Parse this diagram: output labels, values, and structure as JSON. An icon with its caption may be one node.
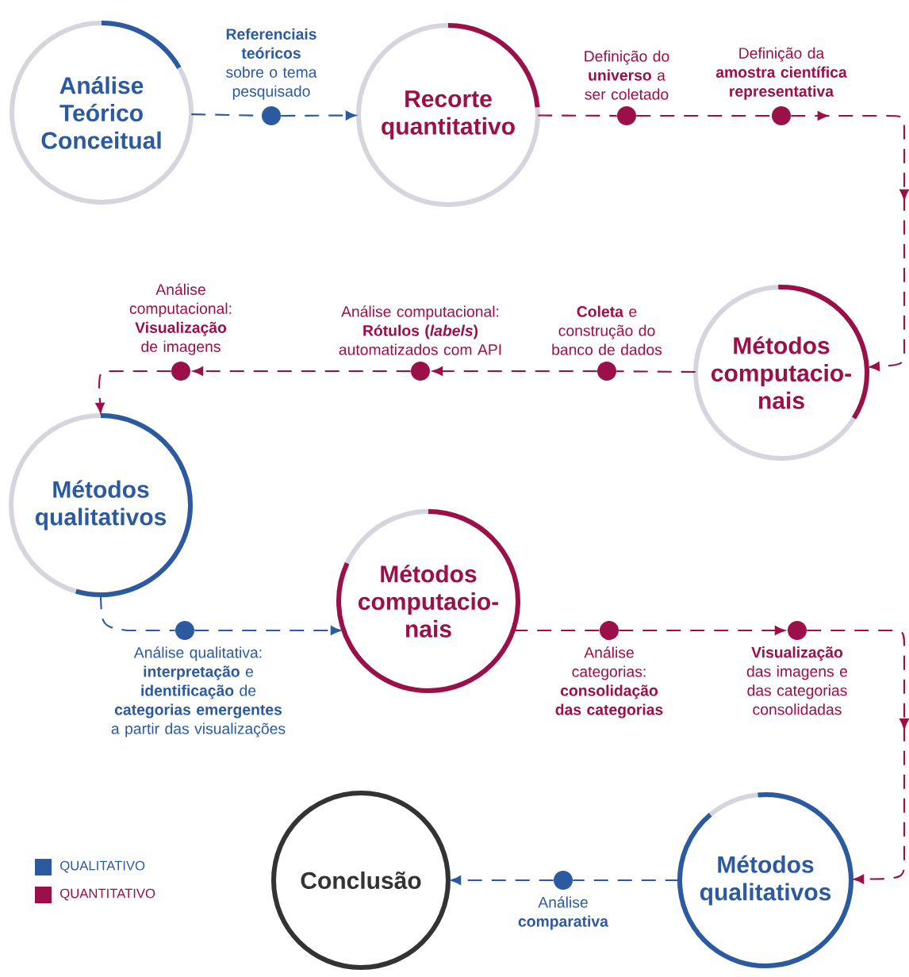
{
  "diagram": {
    "nodes": [
      {
        "text": [
          "Análise Teórico Conceitual"
        ]
      },
      {
        "text": [
          "Recorte quantitativo"
        ]
      },
      {
        "text": [
          "Métodos computacio- nais"
        ]
      },
      {
        "text": [
          "Métodos qualitativos"
        ]
      },
      {
        "text": [
          "Métodos computacio- nais"
        ]
      },
      {
        "text": [
          "Métodos qualitativos"
        ]
      },
      {
        "text": [
          "Conclusão"
        ]
      },
      {
        "text": [],
        "shape": "circle",
        "beside": [
          "**Referenciais teóricos** sobre o tema pesquisado"
        ]
      },
      {
        "text": [],
        "shape": "circle",
        "beside": [
          "Definição do **universo** a ser coletado"
        ]
      },
      {
        "text": [],
        "shape": "circle",
        "beside": [
          "Definição da **amostra científica representativa**"
        ]
      },
      {
        "text": [],
        "shape": "circle",
        "beside": [
          "**Coleta** e construção do banco de dados"
        ]
      },
      {
        "text": [],
        "shape": "circle",
        "beside": [
          "Análise computacional: **Rótulos (*labels*)** automatizados com API"
        ]
      },
      {
        "text": [],
        "shape": "circle",
        "beside": [
          "Análise computacional: **Visualização** de imagens"
        ]
      },
      {
        "text": [],
        "shape": "circle",
        "beside": [
          "Análise qualitativa: **interpretação** e **identificação** de **categorias emergentes** a partir das visualizações"
        ]
      },
      {
        "text": [],
        "shape": "circle",
        "beside": [
          "Análise categorias: **consolidação das categorias**"
        ]
      },
      {
        "text": [],
        "shape": "circle",
        "beside": [
          "**Visualização** das imagens e das categorias consolidadas"
        ]
      },
      {
        "text": [],
        "shape": "circle",
        "beside": [
          "Análise **comparativa**"
        ]
      }
    ],
    "edges": [
      {
        "from": 0,
        "to": 7,
        "arrow": "none",
        "style": "dashed",
        "color": "#2c5aa0"
      },
      {
        "from": 7,
        "to": 1,
        "arrow": "to",
        "style": "dashed",
        "color": "#2c5aa0"
      },
      {
        "from": 1,
        "to": 8,
        "arrow": "none",
        "style": "dashed"
      },
      {
        "from": 8,
        "to": 9,
        "arrow": "none",
        "style": "dashed"
      },
      {
        "from": 9,
        "to": 2,
        "arrow": "to",
        "style": "dashed"
      },
      {
        "from": 2,
        "to": 10,
        "arrow": "none",
        "style": "dashed"
      },
      {
        "from": 10,
        "to": 11,
        "arrow": "to",
        "style": "dashed"
      },
      {
        "from": 11,
        "to": 12,
        "arrow": "to",
        "style": "dashed"
      },
      {
        "from": 12,
        "to": 3,
        "arrow": "to",
        "style": "dashed"
      },
      {
        "from": 3,
        "to": 13,
        "arrow": "none",
        "style": "dashed",
        "color": "#2c5aa0"
      },
      {
        "from": 13,
        "to": 4,
        "arrow": "to",
        "style": "dashed",
        "color": "#2c5aa0"
      },
      {
        "from": 4,
        "to": 14,
        "arrow": "none",
        "style": "dashed"
      },
      {
        "from": 14,
        "to": 15,
        "arrow": "to",
        "style": "dashed"
      },
      {
        "from": 15,
        "to": 5,
        "arrow": "to",
        "style": "dashed"
      },
      {
        "from": 5,
        "to": 16,
        "arrow": "none",
        "style": "dashed",
        "color": "#2c5aa0"
      },
      {
        "from": 16,
        "to": 6,
        "arrow": "to",
        "style": "dashed",
        "color": "#2c5aa0"
      }
    ],
    "legend": [
      {
        "text": "QUALITATIVO",
        "color": "#2c5aa0"
      },
      {
        "text": "QUANTITATIVO",
        "color": "#9b1048"
      }
    ]
  }
}
